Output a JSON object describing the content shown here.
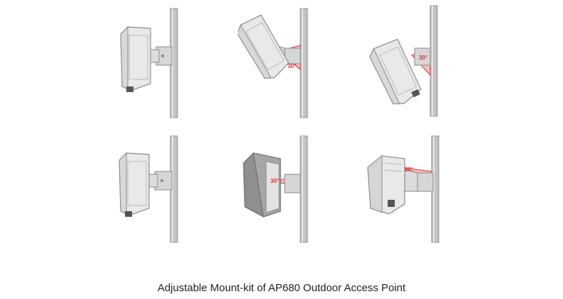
{
  "caption": "Adjustable Mount-kit of AP680 Outdoor Access Point",
  "colors": {
    "pole": "#b9b9b9",
    "pole_shade": "#8d8d8d",
    "device": "#e9e9e9",
    "device_edge": "#8a8a8a",
    "bracket": "#d6d6d6",
    "angle": "#e03030"
  },
  "panels": [
    {
      "name": "mount-upright-front",
      "angle_label": "",
      "variant": "box-upright"
    },
    {
      "name": "mount-tilt-up",
      "angle_label": "30°",
      "variant": "box-tilt-up"
    },
    {
      "name": "mount-tilt-down",
      "angle_label": "30°",
      "variant": "box-tilt-down"
    },
    {
      "name": "mount-upright-side",
      "angle_label": "",
      "variant": "box-upright"
    },
    {
      "name": "mount-swivel-left",
      "angle_label": "30°",
      "variant": "panel-swivel"
    },
    {
      "name": "mount-swivel-right",
      "angle_label": "30°",
      "variant": "box-swivel"
    }
  ]
}
